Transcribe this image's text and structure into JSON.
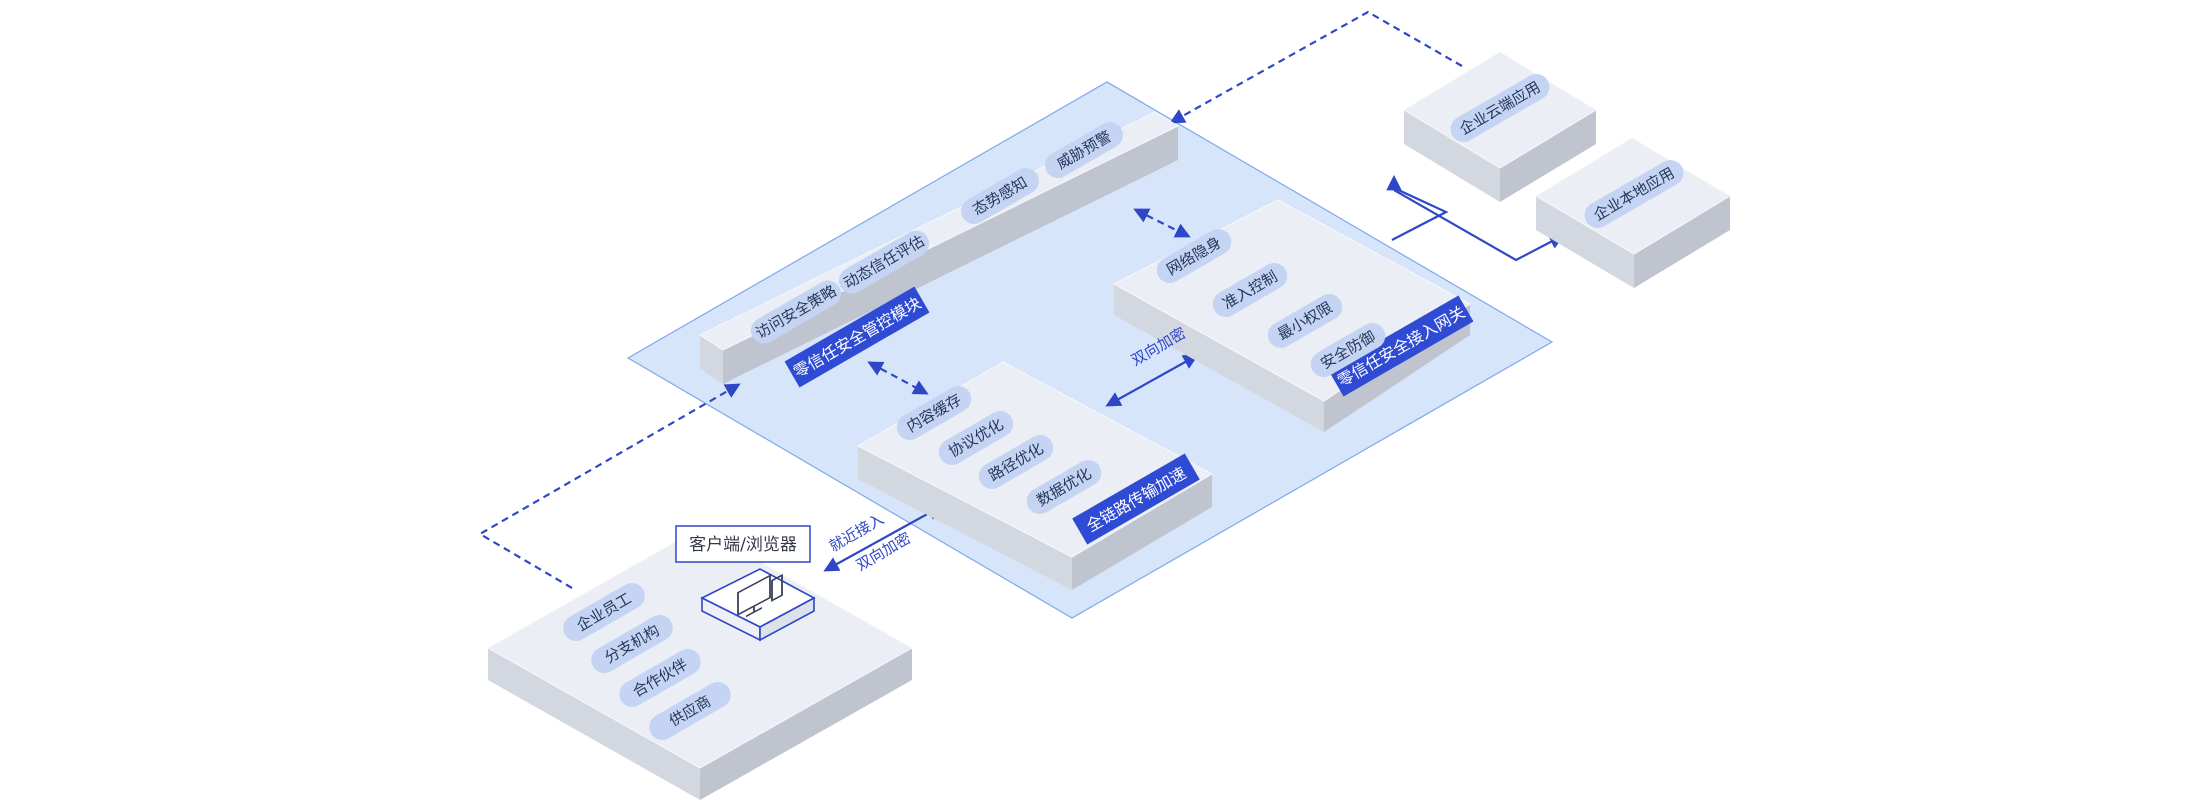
{
  "colors": {
    "platform": "#d7e5fb",
    "platform_stroke": "#7fa8ea",
    "block_top": "#ebeef5",
    "block_left": "#d3d7df",
    "block_right": "#bfc4ce",
    "chip": "#c4d4f2",
    "chip_text": "#27375a",
    "title_bar": "#2f4bd3",
    "title_text": "#ffffff",
    "arrow": "#2f47c7",
    "label_text": "#2f47c7"
  },
  "modules": {
    "mgmt": {
      "title": "零信任安全管控模块",
      "chips": [
        "访问安全策略",
        "动态信任评估",
        "态势感知",
        "威胁预警"
      ]
    },
    "gateway": {
      "title": "零信任安全接入网关",
      "chips": [
        "网络隐身",
        "准入控制",
        "最小权限",
        "安全防御"
      ]
    },
    "accel": {
      "title": "全链路传输加速",
      "chips": [
        "内容缓存",
        "协议优化",
        "路径优化",
        "数据优化"
      ]
    }
  },
  "users": {
    "chips": [
      "企业员工",
      "分支机构",
      "合作伙伴",
      "供应商"
    ],
    "client_label": "客户端/浏览器",
    "device_icon": "monitor-icon"
  },
  "apps": {
    "cloud": "企业云端应用",
    "local": "企业本地应用"
  },
  "links": {
    "middle": "双向加密",
    "access_line1": "就近接入",
    "access_line2": "双向加密"
  }
}
